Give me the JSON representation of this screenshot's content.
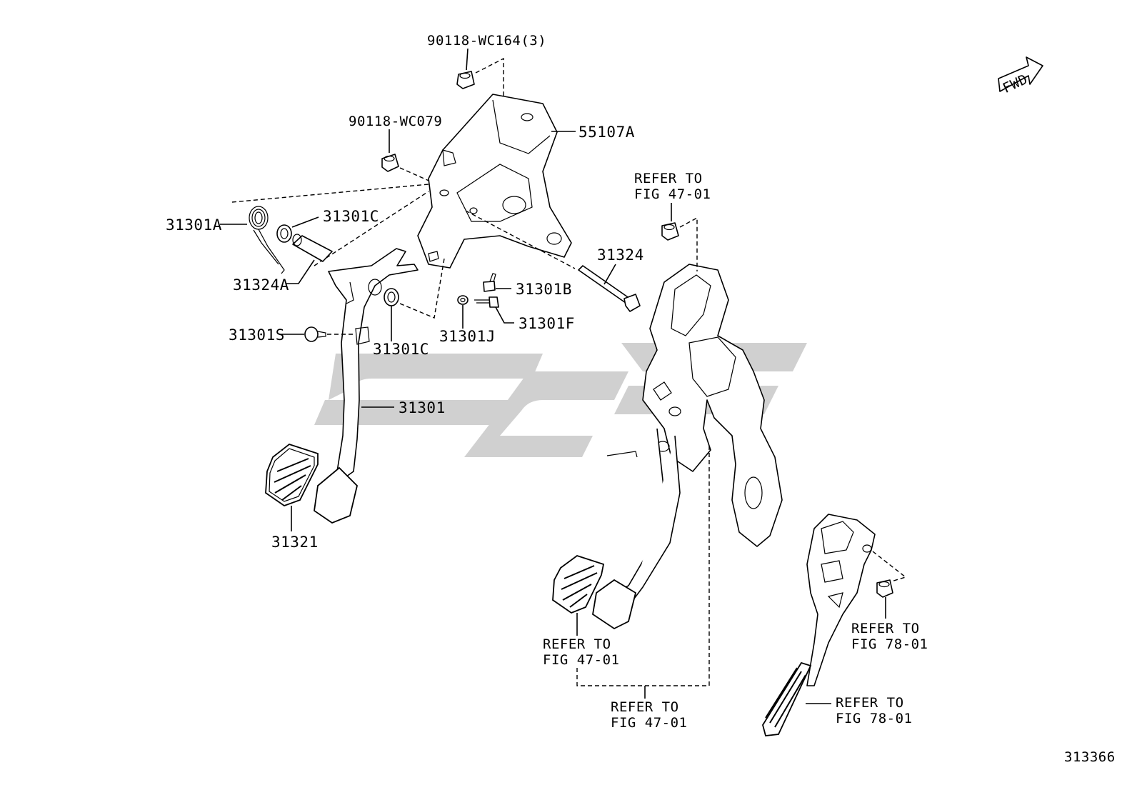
{
  "diagram": {
    "figure_number": "313366",
    "direction_badge": "FWD",
    "colors": {
      "line": "#000000",
      "background": "#ffffff",
      "watermark": "#c8c8c8"
    },
    "labels": {
      "nut_top": "90118-WC164(3)",
      "nut_left": "90118-WC079",
      "bracket": "55107A",
      "spring": "31301A",
      "bushing_upper": "31301C",
      "pin": "31324A",
      "bushing_lower": "31301C",
      "stopper": "31301S",
      "clip_j": "31301J",
      "bolt_b": "31301B",
      "bolt_f": "31301F",
      "bolt_long": "31324",
      "clutch_pedal": "31301",
      "pad": "31321",
      "refer_top_line1": "REFER TO",
      "refer_top_line2": "FIG 47-01",
      "refer_pad_line1": "REFER TO",
      "refer_pad_line2": "FIG 47-01",
      "refer_bottom_line1": "REFER TO",
      "refer_bottom_line2": "FIG 47-01",
      "refer_accel_nut_line1": "REFER TO",
      "refer_accel_nut_line2": "FIG 78-01",
      "refer_accel_line1": "REFER TO",
      "refer_accel_line2": "FIG 78-01"
    }
  }
}
